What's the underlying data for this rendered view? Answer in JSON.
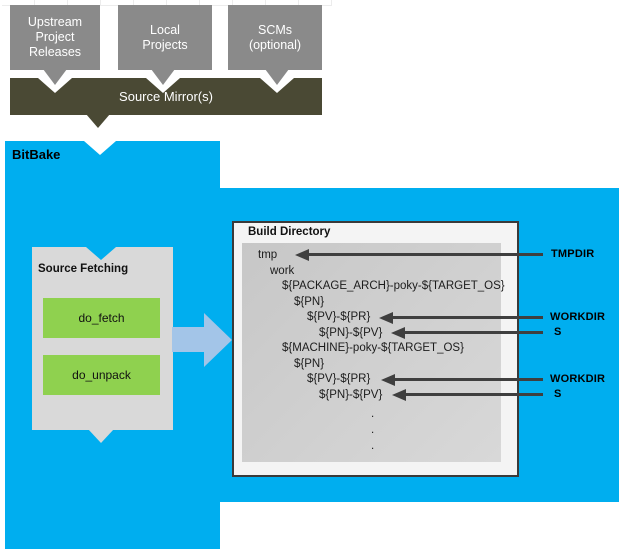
{
  "colors": {
    "blue": "#00aeef",
    "olive": "#4a4934",
    "gray_box": "#8a8a8a",
    "panel_gray": "#d9d9d9",
    "green": "#8fd14f",
    "arrow_blue": "#a3c5e8",
    "arrow_dark": "#3f3f3f"
  },
  "top_flow": {
    "upstream": "Upstream\nProject\nReleases",
    "local": "Local\nProjects",
    "scms": "SCMs\n(optional)",
    "mirror": "Source Mirror(s)"
  },
  "bitbake": {
    "label": "BitBake",
    "source_fetching": {
      "title": "Source Fetching",
      "tasks": [
        {
          "label": "do_fetch"
        },
        {
          "label": "do_unpack"
        }
      ]
    }
  },
  "build_directory": {
    "title": "Build Directory",
    "tree": [
      {
        "text": "tmp",
        "depth": 0
      },
      {
        "text": "work",
        "depth": 1
      },
      {
        "text": "${PACKAGE_ARCH}-poky-${TARGET_OS}",
        "depth": 2
      },
      {
        "text": "${PN}",
        "depth": 3
      },
      {
        "text": "${PV}-${PR}",
        "depth": 4
      },
      {
        "text": "${PN}-${PV}",
        "depth": 5
      },
      {
        "text": "${MACHINE}-poky-${TARGET_OS}",
        "depth": 2
      },
      {
        "text": "${PN}",
        "depth": 3
      },
      {
        "text": "${PV}-${PR}",
        "depth": 4
      },
      {
        "text": "${PN}-${PV}",
        "depth": 5
      },
      {
        "text": ".",
        "depth": 6
      },
      {
        "text": ".",
        "depth": 6
      },
      {
        "text": ".",
        "depth": 6
      }
    ]
  },
  "annotations": [
    {
      "label": "TMPDIR",
      "points_to": "tmp"
    },
    {
      "label": "WORKDIR",
      "points_to": "${PV}-${PR}"
    },
    {
      "label": "S",
      "points_to": "${PN}-${PV}"
    },
    {
      "label": "WORKDIR",
      "points_to": "${PV}-${PR}"
    },
    {
      "label": "S",
      "points_to": "${PN}-${PV}"
    }
  ]
}
